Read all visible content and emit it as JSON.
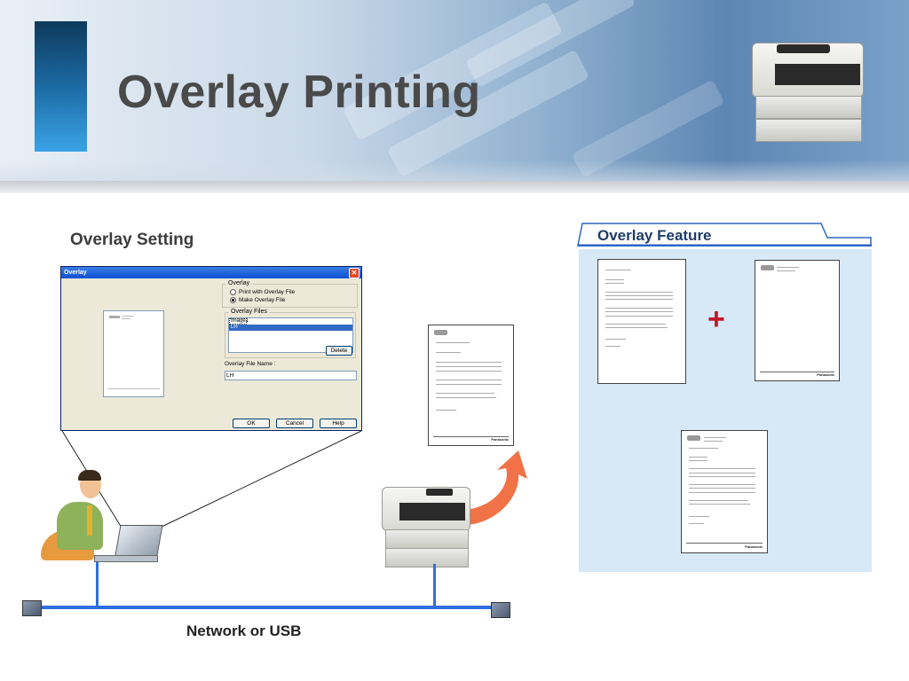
{
  "slide": {
    "title": "Overlay Printing",
    "left_section_label": "Overlay Setting",
    "right_section_label": "Overlay Feature",
    "network_label": "Network or USB",
    "plus_symbol": "+"
  },
  "dialog": {
    "title": "Overlay",
    "close_glyph": "✕",
    "overlay_group_label": "Overlay",
    "options": [
      {
        "label": "Print with Overlay File",
        "selected": false
      },
      {
        "label": "Make Overlay File",
        "selected": true
      }
    ],
    "files_group_label": "Overlay Files",
    "files": [
      "Image1",
      "LH"
    ],
    "selected_file": "LH",
    "delete_button": "Delete",
    "file_name_label": "Overlay File Name :",
    "file_name_value": "LH",
    "ok_button": "OK",
    "cancel_button": "Cancel",
    "help_button": "Help"
  },
  "doc_footer_brand": "Panasonic",
  "colors": {
    "title_text": "#4a4a4a",
    "title_block": "#1b6aa3",
    "feature_panel": "#d7e8f6",
    "network_line": "#2f6fe0",
    "plus": "#c2182b",
    "arrow_down": "#1f3d8a"
  }
}
